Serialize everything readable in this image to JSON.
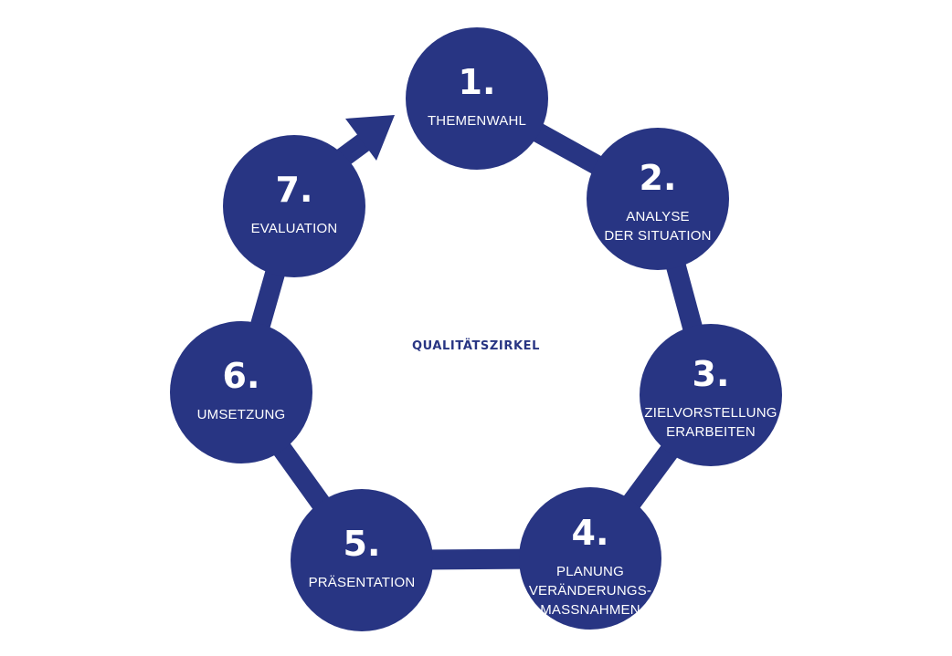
{
  "diagram": {
    "center_title": "QUALITÄTSZIRKEL",
    "colors": {
      "primary": "#283583",
      "text_on_primary": "#ffffff",
      "background": "#ffffff"
    },
    "steps": [
      {
        "number": "1.",
        "label_lines": [
          "THEMENWAHL"
        ]
      },
      {
        "number": "2.",
        "label_lines": [
          "ANALYSE",
          "DER SITUATION"
        ]
      },
      {
        "number": "3.",
        "label_lines": [
          "ZIELVORSTELLUNG",
          "ERARBEITEN"
        ]
      },
      {
        "number": "4.",
        "label_lines": [
          "PLANUNG",
          "VERÄNDERUNGS-",
          "MASSNAHMEN"
        ]
      },
      {
        "number": "5.",
        "label_lines": [
          "PRÄSENTATION"
        ]
      },
      {
        "number": "6.",
        "label_lines": [
          "UMSETZUNG"
        ]
      },
      {
        "number": "7.",
        "label_lines": [
          "EVALUATION"
        ]
      }
    ]
  }
}
